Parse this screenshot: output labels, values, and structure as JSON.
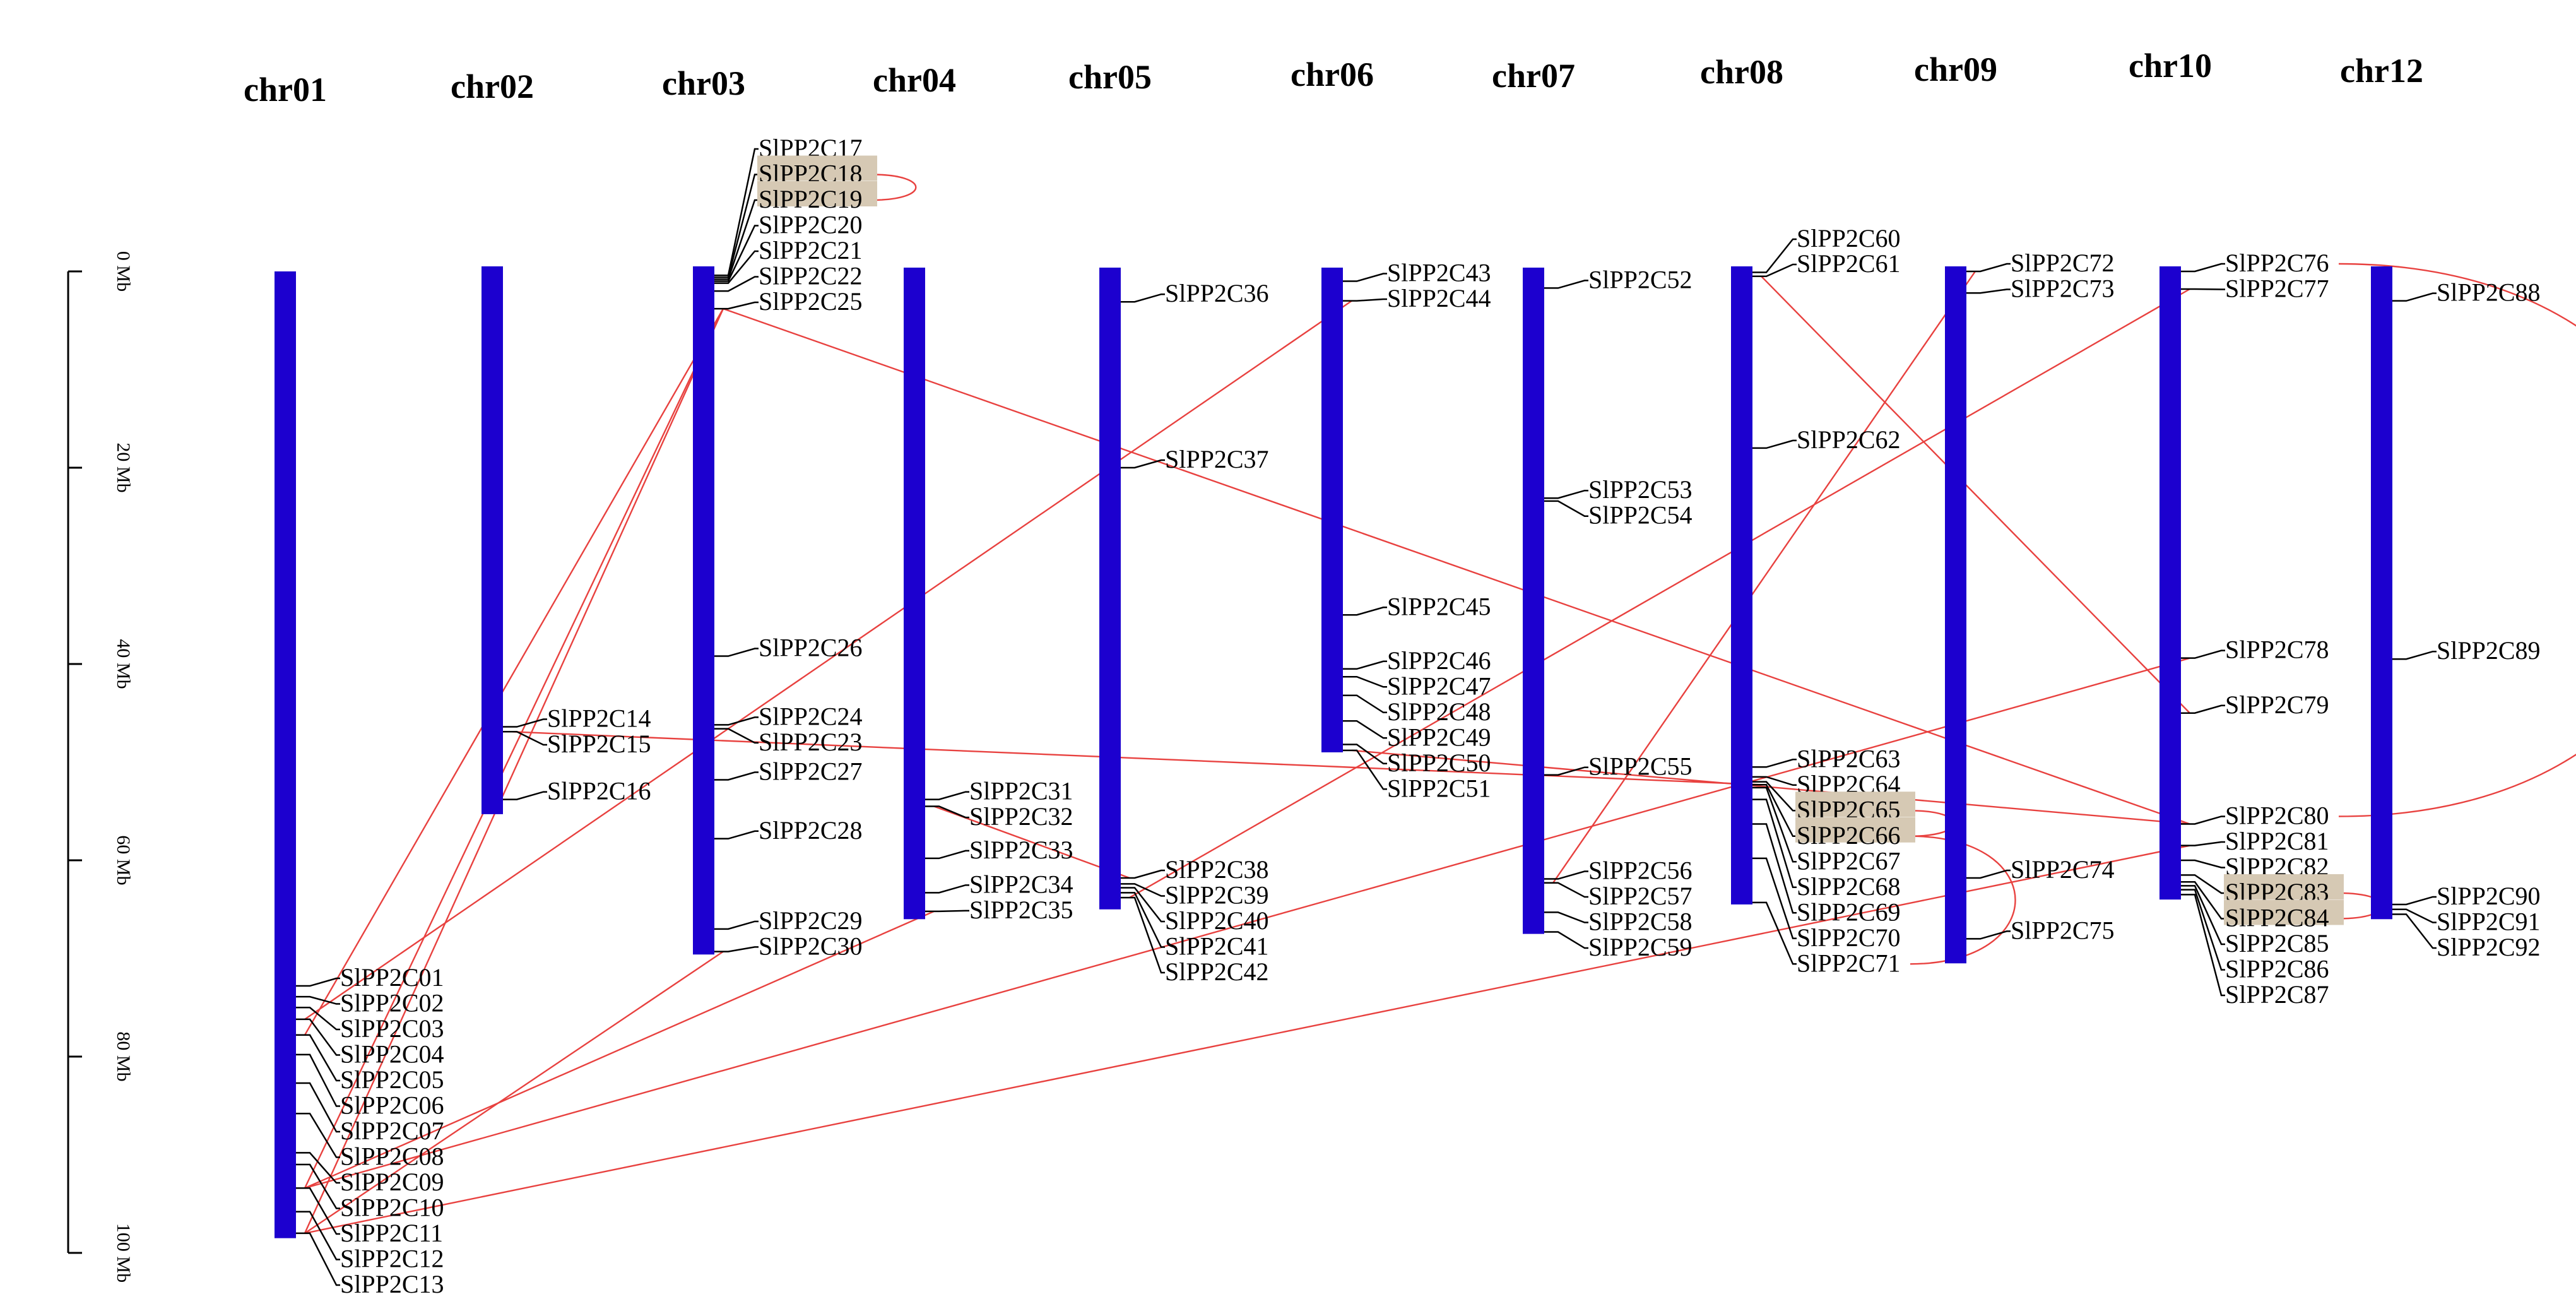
{
  "axis": {
    "min_mb": 0,
    "max_mb": 100,
    "ticks": [
      {
        "mb": 0,
        "label": "0 Mb"
      },
      {
        "mb": 20,
        "label": "20 Mb"
      },
      {
        "mb": 40,
        "label": "40 Mb"
      },
      {
        "mb": 60,
        "label": "60 Mb"
      },
      {
        "mb": 80,
        "label": "80 Mb"
      },
      {
        "mb": 100,
        "label": "100 Mb"
      }
    ]
  },
  "colors": {
    "chromosome": "#1c00cf",
    "link": "#e8413f",
    "highlight": "#d6c9b4",
    "text": "#000000"
  },
  "chromosomes": [
    {
      "name": "chr01",
      "length_mb": 98.5,
      "genes": [
        {
          "id": "SlPP2C01",
          "pos": 72.8
        },
        {
          "id": "SlPP2C02",
          "pos": 73.9
        },
        {
          "id": "SlPP2C03",
          "pos": 75.0
        },
        {
          "id": "SlPP2C04",
          "pos": 76.2
        },
        {
          "id": "SlPP2C05",
          "pos": 77.8
        },
        {
          "id": "SlPP2C06",
          "pos": 79.8
        },
        {
          "id": "SlPP2C07",
          "pos": 82.7
        },
        {
          "id": "SlPP2C08",
          "pos": 85.8
        },
        {
          "id": "SlPP2C09",
          "pos": 89.8
        },
        {
          "id": "SlPP2C10",
          "pos": 91.0
        },
        {
          "id": "SlPP2C11",
          "pos": 93.4
        },
        {
          "id": "SlPP2C12",
          "pos": 95.8
        },
        {
          "id": "SlPP2C13",
          "pos": 98.0
        }
      ]
    },
    {
      "name": "chr02",
      "length_mb": 55.3,
      "genes": [
        {
          "id": "SlPP2C14",
          "pos": 46.4
        },
        {
          "id": "SlPP2C15",
          "pos": 46.9
        },
        {
          "id": "SlPP2C16",
          "pos": 53.8
        }
      ]
    },
    {
      "name": "chr03",
      "length_mb": 69.6,
      "genes": [
        {
          "id": "SlPP2C17",
          "pos": 0.4,
          "hl": false
        },
        {
          "id": "SlPP2C18",
          "pos": 0.6,
          "hl": true
        },
        {
          "id": "SlPP2C19",
          "pos": 0.8,
          "hl": true
        },
        {
          "id": "SlPP2C20",
          "pos": 1.0,
          "hl": false
        },
        {
          "id": "SlPP2C21",
          "pos": 1.2,
          "hl": false
        },
        {
          "id": "SlPP2C22",
          "pos": 2.0,
          "hl": false
        },
        {
          "id": "SlPP2C25",
          "pos": 3.8,
          "hl": false
        },
        {
          "id": "SlPP2C26",
          "pos": 39.2,
          "hl": false
        },
        {
          "id": "SlPP2C24",
          "pos": 46.2,
          "hl": false
        },
        {
          "id": "SlPP2C23",
          "pos": 46.6,
          "hl": false
        },
        {
          "id": "SlPP2C27",
          "pos": 51.8,
          "hl": false
        },
        {
          "id": "SlPP2C28",
          "pos": 57.8,
          "hl": false
        },
        {
          "id": "SlPP2C29",
          "pos": 67.0,
          "hl": false
        },
        {
          "id": "SlPP2C30",
          "pos": 69.3,
          "hl": false
        }
      ]
    },
    {
      "name": "chr04",
      "length_mb": 66.0,
      "genes": [
        {
          "id": "SlPP2C31",
          "pos": 53.8
        },
        {
          "id": "SlPP2C32",
          "pos": 54.5
        },
        {
          "id": "SlPP2C33",
          "pos": 59.8
        },
        {
          "id": "SlPP2C34",
          "pos": 63.3
        },
        {
          "id": "SlPP2C35",
          "pos": 65.2
        }
      ]
    },
    {
      "name": "chr05",
      "length_mb": 65.0,
      "genes": [
        {
          "id": "SlPP2C36",
          "pos": 3.1
        },
        {
          "id": "SlPP2C37",
          "pos": 20.0
        },
        {
          "id": "SlPP2C38",
          "pos": 61.8
        },
        {
          "id": "SlPP2C39",
          "pos": 62.4
        },
        {
          "id": "SlPP2C40",
          "pos": 62.8
        },
        {
          "id": "SlPP2C41",
          "pos": 63.3
        },
        {
          "id": "SlPP2C42",
          "pos": 63.8
        }
      ]
    },
    {
      "name": "chr06",
      "length_mb": 49.0,
      "genes": [
        {
          "id": "SlPP2C43",
          "pos": 1.0
        },
        {
          "id": "SlPP2C44",
          "pos": 3.0
        },
        {
          "id": "SlPP2C45",
          "pos": 35.0
        },
        {
          "id": "SlPP2C46",
          "pos": 40.5
        },
        {
          "id": "SlPP2C47",
          "pos": 41.3
        },
        {
          "id": "SlPP2C48",
          "pos": 43.2
        },
        {
          "id": "SlPP2C49",
          "pos": 45.8
        },
        {
          "id": "SlPP2C50",
          "pos": 48.2
        },
        {
          "id": "SlPP2C51",
          "pos": 48.8
        }
      ]
    },
    {
      "name": "chr07",
      "length_mb": 67.5,
      "genes": [
        {
          "id": "SlPP2C52",
          "pos": 1.7
        },
        {
          "id": "SlPP2C53",
          "pos": 23.1
        },
        {
          "id": "SlPP2C54",
          "pos": 23.4
        },
        {
          "id": "SlPP2C55",
          "pos": 51.3
        },
        {
          "id": "SlPP2C56",
          "pos": 61.9
        },
        {
          "id": "SlPP2C57",
          "pos": 62.3
        },
        {
          "id": "SlPP2C58",
          "pos": 65.3
        },
        {
          "id": "SlPP2C59",
          "pos": 67.3
        }
      ]
    },
    {
      "name": "chr08",
      "length_mb": 64.5,
      "genes": [
        {
          "id": "SlPP2C60",
          "pos": 0.1,
          "hl": false
        },
        {
          "id": "SlPP2C61",
          "pos": 0.5,
          "hl": false
        },
        {
          "id": "SlPP2C62",
          "pos": 18.0,
          "hl": false
        },
        {
          "id": "SlPP2C63",
          "pos": 50.5,
          "hl": false
        },
        {
          "id": "SlPP2C64",
          "pos": 51.5,
          "hl": false
        },
        {
          "id": "SlPP2C65",
          "pos": 52.0,
          "hl": true
        },
        {
          "id": "SlPP2C66",
          "pos": 52.3,
          "hl": true
        },
        {
          "id": "SlPP2C67",
          "pos": 52.6,
          "hl": false
        },
        {
          "id": "SlPP2C68",
          "pos": 53.8,
          "hl": false
        },
        {
          "id": "SlPP2C69",
          "pos": 56.3,
          "hl": false
        },
        {
          "id": "SlPP2C70",
          "pos": 59.8,
          "hl": false
        },
        {
          "id": "SlPP2C71",
          "pos": 64.3,
          "hl": false
        }
      ]
    },
    {
      "name": "chr09",
      "length_mb": 70.5,
      "genes": [
        {
          "id": "SlPP2C72",
          "pos": 0.0
        },
        {
          "id": "SlPP2C73",
          "pos": 2.2
        },
        {
          "id": "SlPP2C74",
          "pos": 61.8
        },
        {
          "id": "SlPP2C75",
          "pos": 68.0
        }
      ]
    },
    {
      "name": "chr10",
      "length_mb": 64.0,
      "genes": [
        {
          "id": "SlPP2C76",
          "pos": 0.0,
          "hl": false
        },
        {
          "id": "SlPP2C77",
          "pos": 1.8,
          "hl": false
        },
        {
          "id": "SlPP2C78",
          "pos": 39.4,
          "hl": false
        },
        {
          "id": "SlPP2C79",
          "pos": 45.0,
          "hl": false
        },
        {
          "id": "SlPP2C80",
          "pos": 56.3,
          "hl": false
        },
        {
          "id": "SlPP2C81",
          "pos": 58.5,
          "hl": false
        },
        {
          "id": "SlPP2C82",
          "pos": 60.0,
          "hl": false
        },
        {
          "id": "SlPP2C83",
          "pos": 61.5,
          "hl": true
        },
        {
          "id": "SlPP2C84",
          "pos": 62.2,
          "hl": true
        },
        {
          "id": "SlPP2C85",
          "pos": 62.6,
          "hl": false
        },
        {
          "id": "SlPP2C86",
          "pos": 63.0,
          "hl": false
        },
        {
          "id": "SlPP2C87",
          "pos": 63.5,
          "hl": false
        }
      ]
    },
    {
      "name": "chr12",
      "length_mb": 66.0,
      "genes": [
        {
          "id": "SlPP2C88",
          "pos": 3.0
        },
        {
          "id": "SlPP2C89",
          "pos": 39.5
        },
        {
          "id": "SlPP2C90",
          "pos": 64.5
        },
        {
          "id": "SlPP2C91",
          "pos": 65.0
        },
        {
          "id": "SlPP2C92",
          "pos": 65.5
        }
      ]
    }
  ],
  "links": [
    [
      "SlPP2C18",
      "SlPP2C19"
    ],
    [
      "SlPP2C65",
      "SlPP2C66"
    ],
    [
      "SlPP2C83",
      "SlPP2C84"
    ],
    [
      "SlPP2C25",
      "SlPP2C11"
    ],
    [
      "SlPP2C25",
      "SlPP2C13"
    ],
    [
      "SlPP2C25",
      "SlPP2C05"
    ],
    [
      "SlPP2C04",
      "SlPP2C44"
    ],
    [
      "SlPP2C11",
      "SlPP2C35"
    ],
    [
      "SlPP2C11",
      "SlPP2C78"
    ],
    [
      "SlPP2C13",
      "SlPP2C81"
    ],
    [
      "SlPP2C13",
      "SlPP2C30"
    ],
    [
      "SlPP2C15",
      "SlPP2C66"
    ],
    [
      "SlPP2C32",
      "SlPP2C38"
    ],
    [
      "SlPP2C42",
      "SlPP2C77"
    ],
    [
      "SlPP2C25",
      "SlPP2C80"
    ],
    [
      "SlPP2C61",
      "SlPP2C79"
    ],
    [
      "SlPP2C76",
      "SlPP2C80"
    ],
    [
      "SlPP2C51",
      "SlPP2C80"
    ],
    [
      "SlPP2C57",
      "SlPP2C72"
    ],
    [
      "SlPP2C66",
      "SlPP2C71"
    ]
  ]
}
